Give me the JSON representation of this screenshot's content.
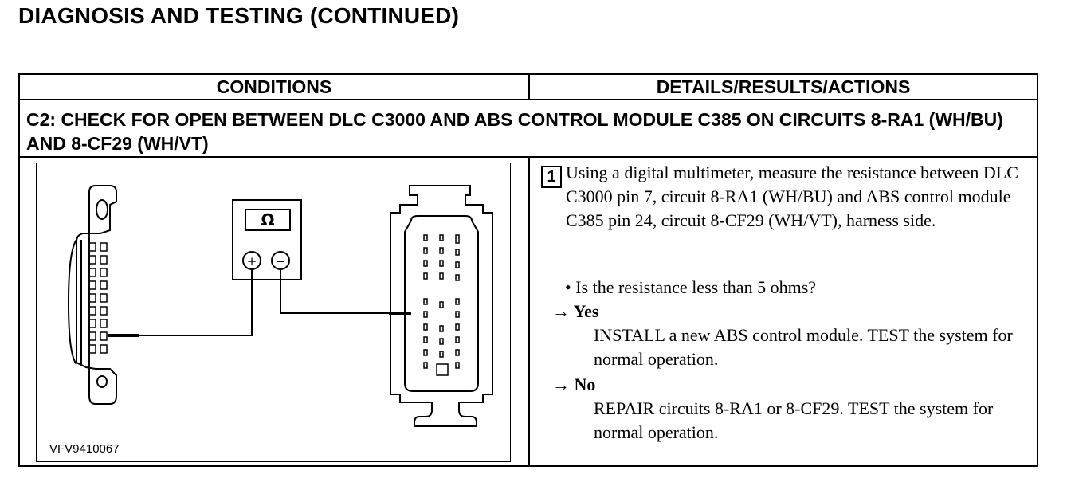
{
  "page": {
    "title": "DIAGNOSIS AND TESTING (CONTINUED)"
  },
  "table": {
    "header_conditions": "CONDITIONS",
    "header_details": "DETAILS/RESULTS/ACTIONS",
    "step_heading": "C2: CHECK FOR OPEN BETWEEN DLC C3000 AND ABS CONTROL MODULE C385 ON CIRCUITS 8-RA1 (WH/BU) AND 8-CF29 (WH/VT)"
  },
  "figure": {
    "id": "VFV9410067",
    "meter_symbol": "Ω",
    "plus": "+",
    "minus": "−"
  },
  "step": {
    "number": "1",
    "instruction": "Using a digital multimeter, measure the resistance between DLC C3000 pin 7, circuit 8-RA1 (WH/BU) and ABS control module C385 pin 24, circuit 8-CF29 (WH/VT), harness side.",
    "question": "• Is the resistance less than 5 ohms?",
    "yes_label": "→ Yes",
    "yes_action": "INSTALL a new ABS control module. TEST the system for normal operation.",
    "no_label": "→ No",
    "no_action": "REPAIR circuits 8-RA1 or 8-CF29. TEST the system for normal operation."
  }
}
